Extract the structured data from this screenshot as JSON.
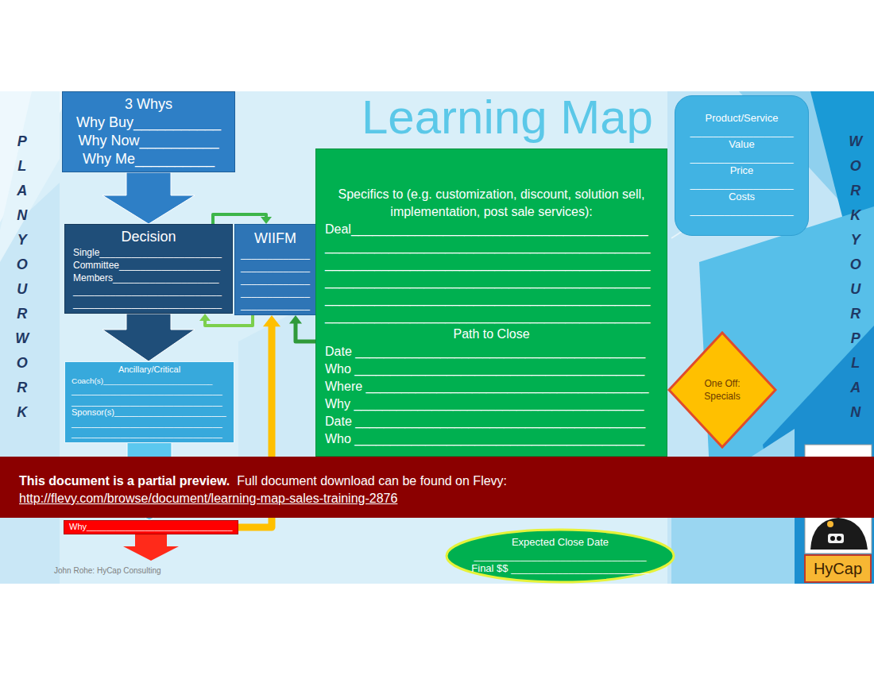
{
  "diagram": {
    "title": "Learning Map",
    "nodes": [
      {
        "text": [
          "3 Whys",
          "Why Buy___________",
          "Why Now__________",
          "Why Me__________"
        ]
      },
      {
        "text": [
          "Decision",
          "Single_______________________",
          "Committee___________________",
          "Members____________________",
          "____________________________",
          "____________________________"
        ]
      },
      {
        "text": [
          "WIIFM",
          "_____________",
          "_____________",
          "_____________",
          "_____________",
          "_____________"
        ]
      },
      {
        "text": [
          "Ancillary/Critical",
          "Coach(s)_________________________",
          "_______________________________",
          "_______________________________",
          "Sponsor(s)_______________________",
          "_______________________________",
          "_______________________________"
        ]
      },
      {
        "text": [
          "Specifics to (e.g. customization, discount, solution sell, implementation, post sale services):",
          "Deal__________________________________________",
          "______________________________________________",
          "______________________________________________",
          "______________________________________________",
          "______________________________________________",
          "______________________________________________",
          "Path to Close",
          "Date _________________________________________",
          "Who _________________________________________",
          "Where ________________________________________",
          "Why _________________________________________",
          "Date _________________________________________",
          "Who _________________________________________"
        ]
      },
      {
        "text": [
          "Product/Service",
          "__________________",
          "Value",
          "__________________",
          "Price",
          "__________________",
          "Costs",
          "__________________"
        ]
      },
      {
        "text": [
          "One Off: Specials"
        ]
      },
      {
        "text": [
          "Expected Close Date",
          "______________________________",
          "Final $$ ________________________"
        ]
      },
      {
        "text": [
          "Why______________________________"
        ]
      },
      {
        "text": [
          "This document is a partial preview.",
          "Full document download can be found on Flevy:",
          "http://flevy.com/browse/document/learning-map-sales-training-2876"
        ]
      },
      {
        "text": [
          "HyCap"
        ]
      }
    ],
    "edges": [
      {
        "from": 0,
        "to": 1,
        "arrow": "to"
      },
      {
        "from": 1,
        "to": 2,
        "arrow": "to"
      },
      {
        "from": 2,
        "to": 1,
        "arrow": "to"
      },
      {
        "from": 1,
        "to": 3,
        "arrow": "to"
      },
      {
        "from": 3,
        "to": 8,
        "arrow": "to"
      },
      {
        "from": 4,
        "to": 2,
        "arrow": "to"
      },
      {
        "from": 8,
        "to": 2,
        "arrow": "to"
      }
    ],
    "labels": [
      "PLAN YOUR WORK",
      "WORK YOUR PLAN",
      "John Rohe: HyCap Consulting"
    ]
  }
}
